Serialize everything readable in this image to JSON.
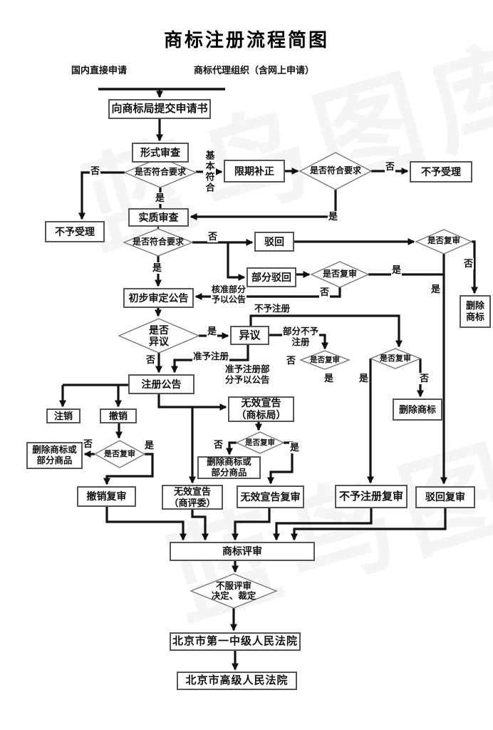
{
  "title": "商标注册流程简图",
  "watermark": "蓝鸟图库",
  "labels": {
    "domestic": "国内直接申请",
    "agency": "商标代理组织（含网上申请）",
    "yes": "是",
    "no": "否",
    "basic_ok": "基本符合",
    "approve_part_1": "核准部分",
    "approve_part_2": "予以公告",
    "no_register": "不予注册",
    "partial_no_register_1": "部分不予",
    "partial_no_register_2": "注册",
    "grant_register": "准予注册",
    "grant_part_1": "准予注册部",
    "grant_part_2": "分予以公告"
  },
  "nodes": {
    "submit": "向商标局提交申请书",
    "formal_exam": "形式审查",
    "meet_req": "是否符合要求",
    "correction": "限期补正",
    "reject_accept": "不予受理",
    "substantive_exam": "实质审查",
    "rejection": "驳回",
    "partial_rejection": "部分驳回",
    "review": "是否复审",
    "delete_tm_1": "删除",
    "delete_tm_2": "商标",
    "delete_tm": "删除商标",
    "preliminary": "初步审定公告",
    "opposition_q1": "是否",
    "opposition_q2": "异议",
    "opposition": "异议",
    "reg_announce": "注册公告",
    "cancel": "注销",
    "revoke": "撤销",
    "delete_tm_or_1": "删除商标或",
    "delete_tm_or_2": "部分商品",
    "invalid_tmo_1": "无效宣告",
    "invalid_tmo_2": "（商标局）",
    "revoke_review": "撤销复审",
    "invalid_trab_1": "无效宣告",
    "invalid_trab_2": "（商评委）",
    "invalid_review": "无效宣告复审",
    "no_reg_review": "不予注册复审",
    "rejection_review": "驳回复审",
    "tm_review": "商标评审",
    "appeal_q1": "不服评审",
    "appeal_q2": "决定、裁定",
    "court_intermediate": "北京市第一中级人民法院",
    "court_high": "北京市高级人民法院"
  }
}
